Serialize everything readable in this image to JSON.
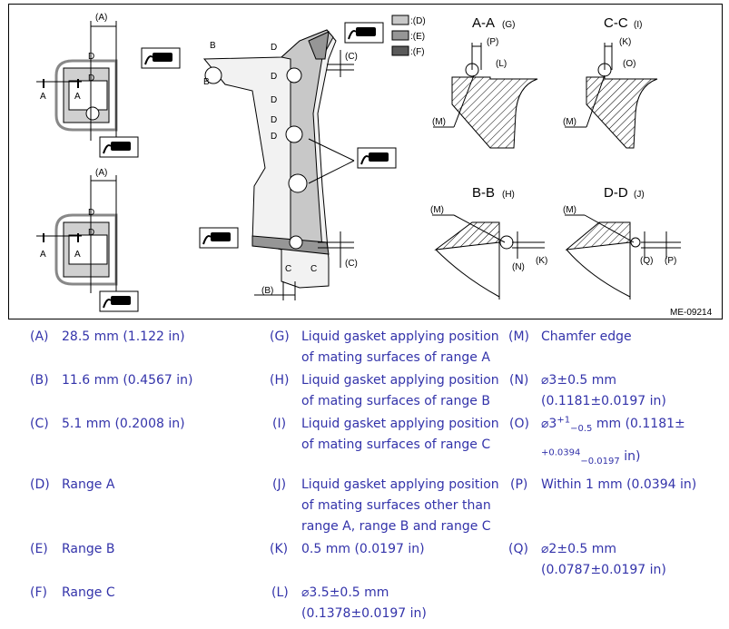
{
  "figure": {
    "figure_id": "ME-09214",
    "shade_legend": [
      {
        "key": ":(D)",
        "color": "#c8c8c8"
      },
      {
        "key": ":(E)",
        "color": "#969696"
      },
      {
        "key": ":(F)",
        "color": "#5a5a5a"
      }
    ],
    "section_titles": {
      "aa": "A-A",
      "aa_ref": "(G)",
      "cc": "C-C",
      "cc_ref": "(I)",
      "bb": "B-B",
      "bb_ref": "(H)",
      "dd": "D-D",
      "dd_ref": "(J)"
    },
    "callouts": {
      "A": "(A)",
      "B": "(B)",
      "C": "(C)",
      "K": "(K)",
      "L": "(L)",
      "M": "(M)",
      "N": "(N)",
      "O": "(O)",
      "P": "(P)",
      "Q": "(Q)",
      "letter_A": "A",
      "letter_B": "B",
      "letter_C": "C",
      "letter_D": "D"
    }
  },
  "legend": {
    "col1": [
      {
        "key": "(A)",
        "text": "28.5 mm (1.122 in)"
      },
      {
        "key": "(B)",
        "text": "11.6 mm (0.4567 in)"
      },
      {
        "key": "(C)",
        "text": "5.1 mm (0.2008 in)"
      },
      {
        "key": "(D)",
        "text": "Range A"
      },
      {
        "key": "(E)",
        "text": "Range B"
      },
      {
        "key": "(F)",
        "text": "Range C"
      }
    ],
    "col2": [
      {
        "key": "(G)",
        "line1": "Liquid gasket applying position",
        "line2": "of mating surfaces of range A"
      },
      {
        "key": "(H)",
        "line1": "Liquid gasket applying position",
        "line2": "of mating surfaces of range B"
      },
      {
        "key": "(I)",
        "line1": "Liquid gasket applying position",
        "line2": "of mating surfaces of range C"
      },
      {
        "key": "(J)",
        "line1": "Liquid gasket applying position",
        "line2": "of mating surfaces other than",
        "line3": "range A, range B and range C"
      },
      {
        "key": "(K)",
        "line1": "0.5 mm (0.0197 in)"
      },
      {
        "key": "(L)",
        "line1": "⌀3.5±0.5 mm",
        "line2": "(0.1378±0.0197 in)"
      }
    ],
    "col3": [
      {
        "key": "(M)",
        "line1": "Chamfer edge"
      },
      {
        "key": "(N)",
        "line1": "⌀3±0.5 mm",
        "line2": "(0.1181±0.0197 in)"
      },
      {
        "key": "(O)",
        "o_a": "⌀3",
        "o_sup": "+1",
        "o_sub": "−0.5",
        "o_b": " mm (0.1181±",
        "o_c": "+0.0394",
        "o_sub2": "−0.0197",
        "o_d": " in)"
      },
      {
        "key": "(P)",
        "line1": "Within 1 mm (0.0394 in)"
      },
      {
        "key": "(Q)",
        "line1": "⌀2±0.5 mm",
        "line2": "(0.0787±0.0197 in)"
      }
    ]
  }
}
